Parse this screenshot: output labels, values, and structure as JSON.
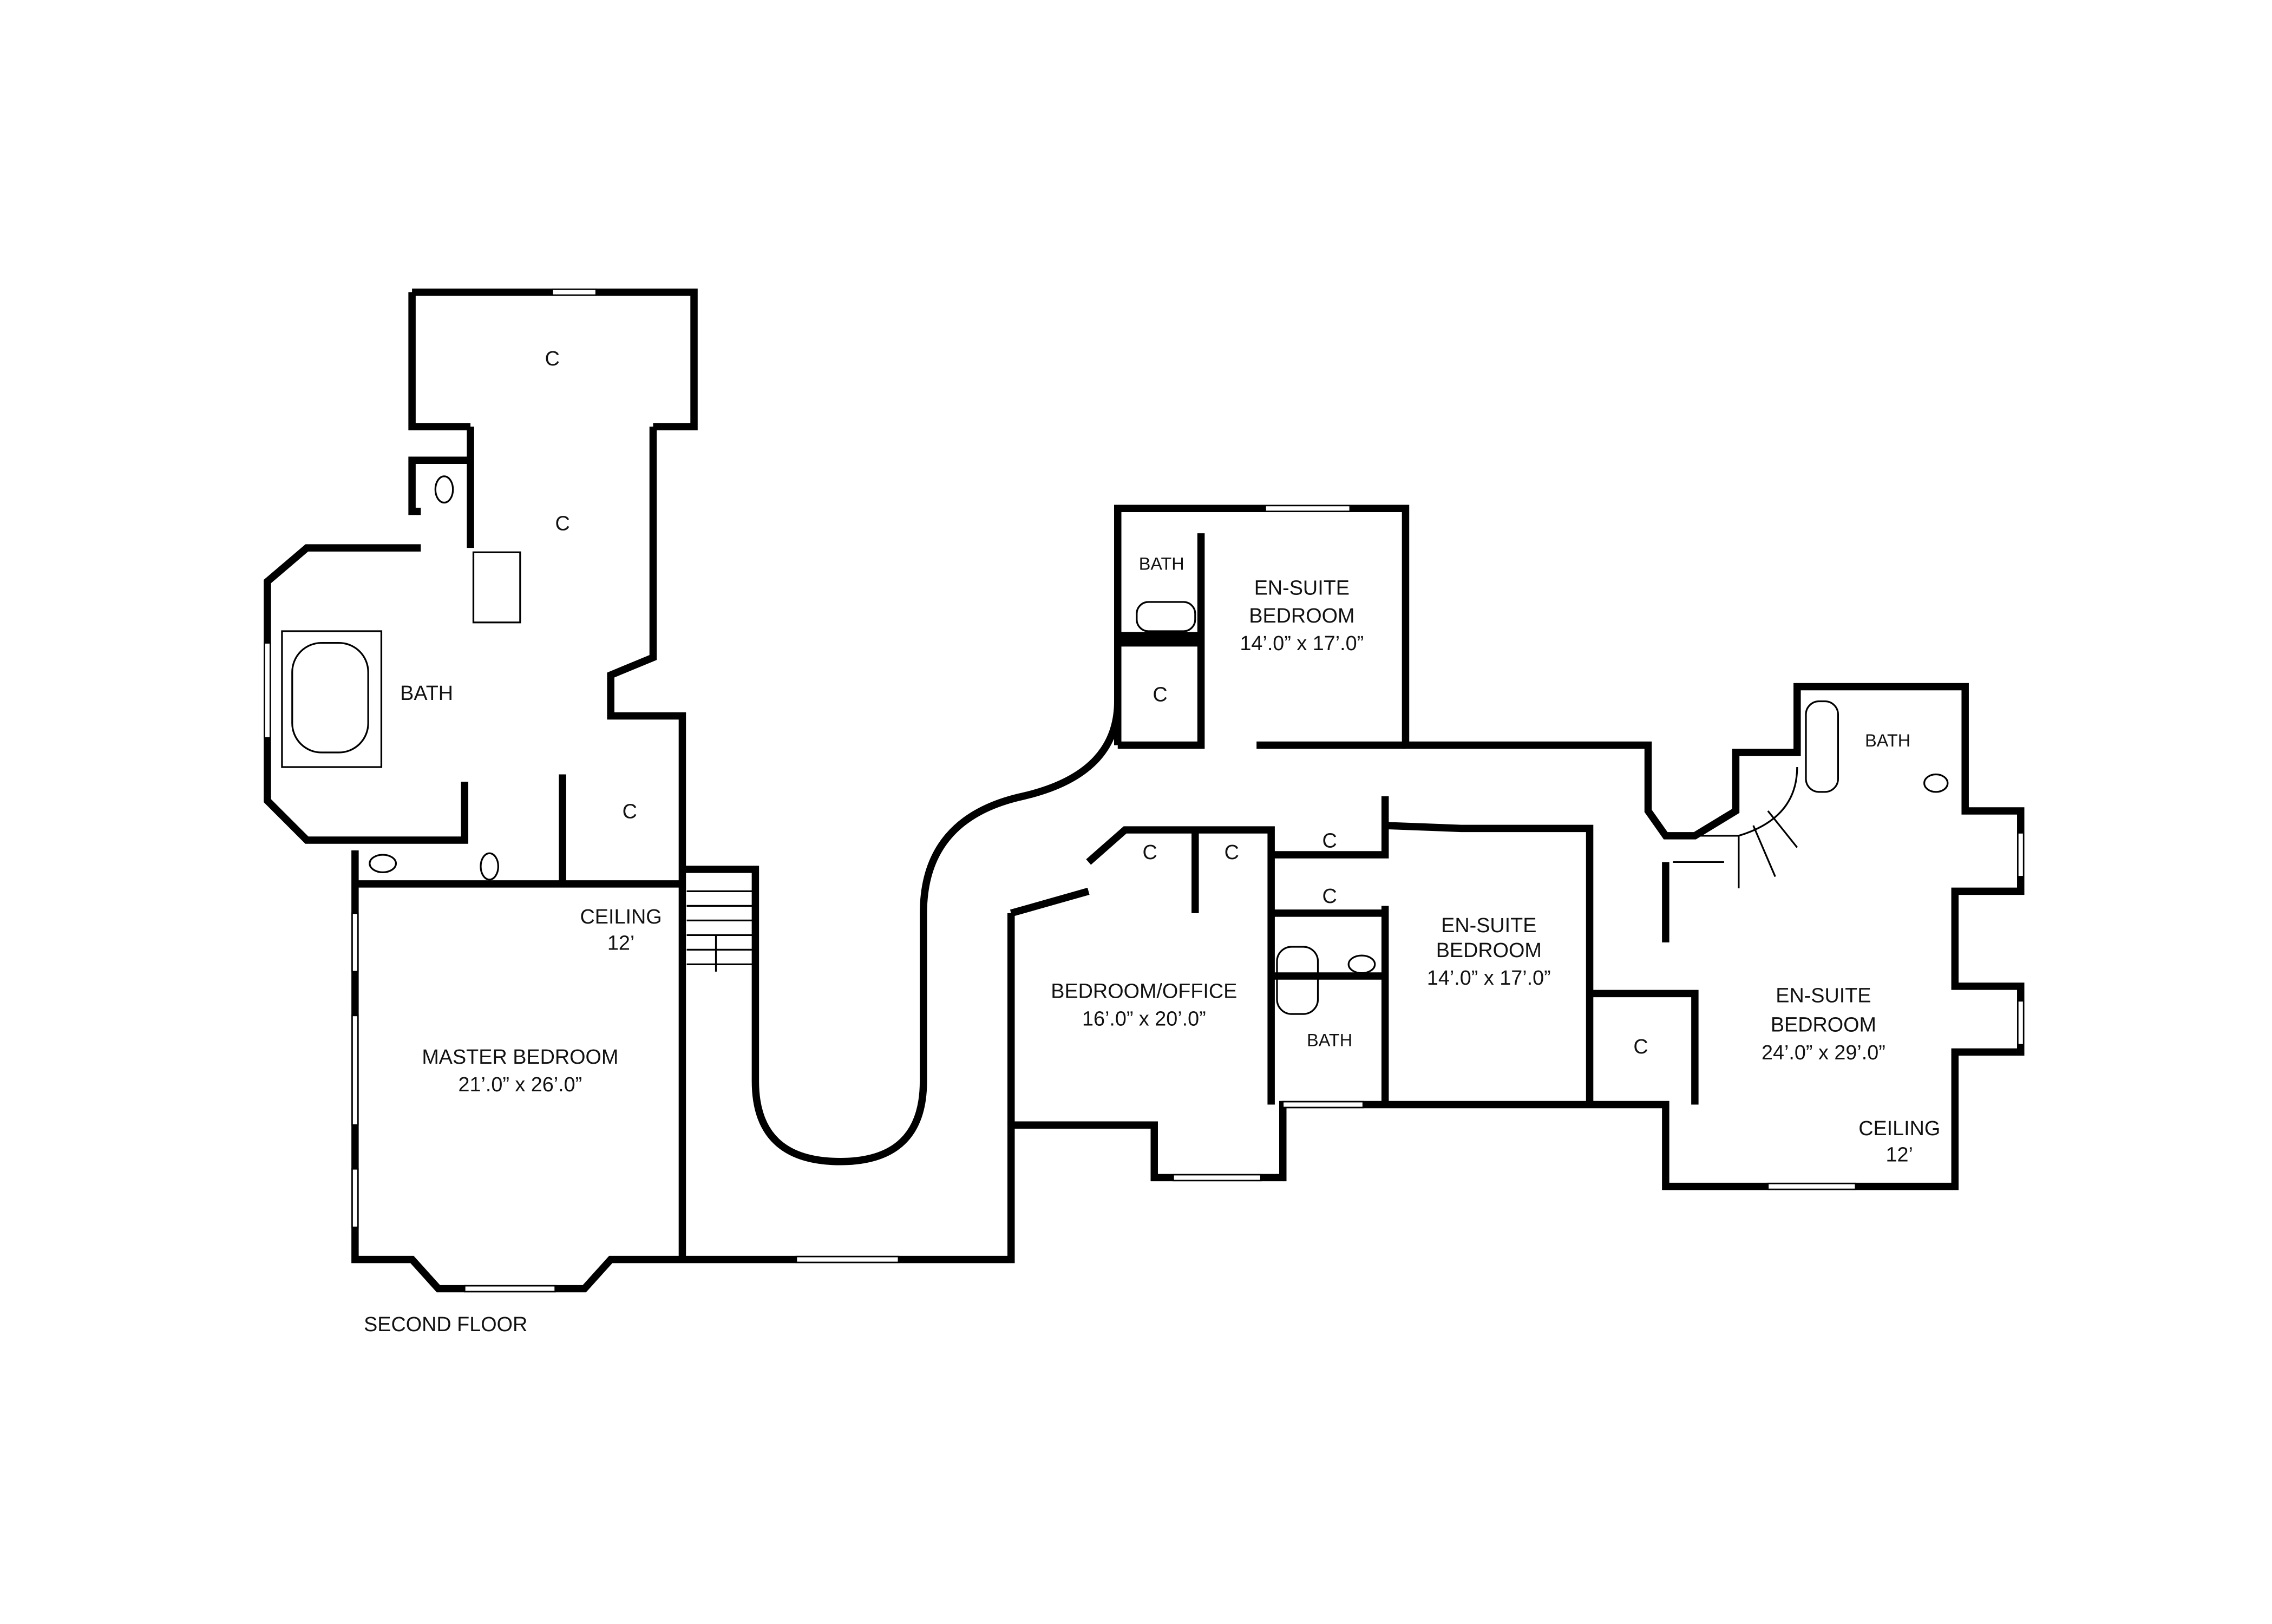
{
  "plan": {
    "title": "SECOND FLOOR",
    "closet_label": "C",
    "rooms": {
      "master_bath": "BATH",
      "master_ceiling": [
        "CEILING",
        "12’"
      ],
      "master_bedroom": [
        "MASTER BEDROOM",
        "21’.0” x 26’.0”"
      ],
      "ensuite_top": [
        "EN-SUITE",
        "BEDROOM",
        "14’.0” x 17’.0”"
      ],
      "ensuite_top_bath": "BATH",
      "office": [
        "BEDROOM/OFFICE",
        "16’.0” x 20’.0”"
      ],
      "ensuite_mid": [
        "EN-SUITE",
        "BEDROOM",
        "14’.0” x 17’.0”"
      ],
      "ensuite_mid_bath": "BATH",
      "ensuite_right": [
        "EN-SUITE",
        "BEDROOM",
        "24’.0” x 29’.0”"
      ],
      "ensuite_right_bath": "BATH",
      "right_ceiling": [
        "CEILING",
        "12’"
      ]
    }
  }
}
